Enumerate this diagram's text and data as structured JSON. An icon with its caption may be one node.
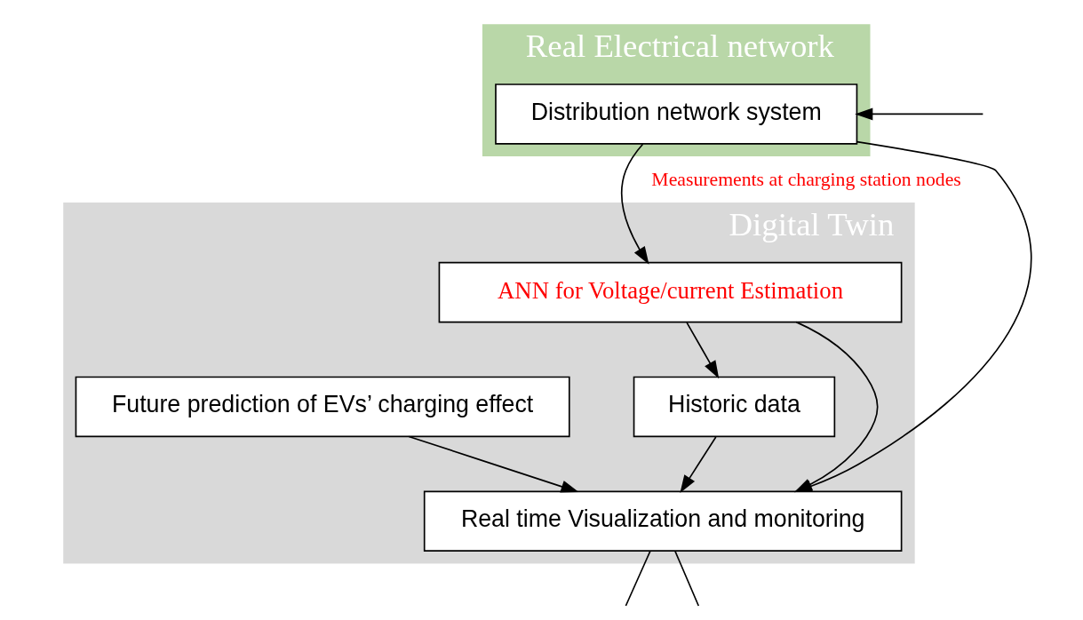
{
  "diagram": {
    "nodes": [
      {
        "text": [
          "Real Electrical network"
        ]
      },
      {
        "text": [
          "Distribution network system"
        ],
        "in": 0
      },
      {
        "text": [
          "Digital Twin"
        ]
      },
      {
        "text": [
          "ANN for Voltage/current Estimation"
        ],
        "in": 2
      },
      {
        "text": [
          "Future prediction of EVs’ charging effect"
        ],
        "in": 2
      },
      {
        "text": [
          "Historic data"
        ],
        "in": 2
      },
      {
        "text": [
          "Real time Visualization and monitoring"
        ],
        "in": 2
      }
    ],
    "edges": [
      {
        "from": 1,
        "to": 3,
        "arrow": "to",
        "label": "Measurements at charging station nodes"
      },
      {
        "from": 1,
        "to": 6,
        "arrow": "to"
      },
      {
        "from": 3,
        "to": 5,
        "arrow": "to"
      },
      {
        "from": 3,
        "to": 6,
        "arrow": "to"
      },
      {
        "from": 5,
        "to": 6,
        "arrow": "to"
      },
      {
        "from": 4,
        "to": 6,
        "arrow": "to"
      },
      {
        "from": 6,
        "to": null,
        "arrow": "none"
      },
      {
        "from": 6,
        "to": null,
        "arrow": "none"
      },
      {
        "from": null,
        "to": 1,
        "arrow": "to"
      }
    ]
  }
}
